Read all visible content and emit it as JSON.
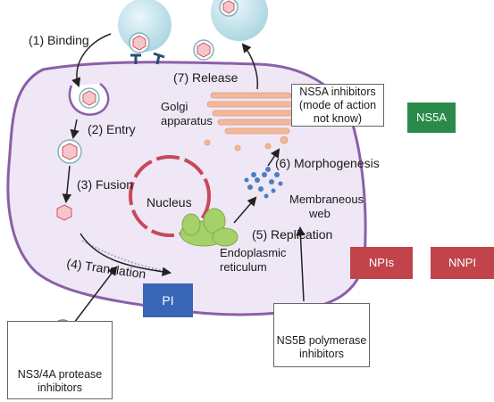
{
  "steps": {
    "binding": "(1) Binding",
    "entry": "(2) Entry",
    "fusion": "(3) Fusion",
    "translation": "(4) Translation",
    "replication": "(5) Replication",
    "morphogenesis": "(6) Morphogenesis",
    "release": "(7) Release"
  },
  "organelles": {
    "golgi_line1": "Golgi",
    "golgi_line2": "apparatus",
    "nucleus": "Nucleus",
    "er_line1": "Endoplasmic",
    "er_line2": "reticulum",
    "web_line1": "Membraneous",
    "web_line2": "web"
  },
  "callouts": {
    "ns5a_inhibitors": [
      "NS5A inhibitors",
      "(mode of action",
      "not know)"
    ],
    "ns5b_inhibitors": [
      "NS5B polymerase",
      "inhibitors"
    ],
    "ns3_inhibitors": [
      "NS3/4A protease",
      "inhibitors"
    ]
  },
  "tags": {
    "ns5a": "NS5A",
    "npis": "NPIs",
    "nnpi": "NNPI",
    "pi": "PI"
  },
  "colors": {
    "cell_fill": "#efe7f5",
    "cell_border": "#8b5fa8",
    "virus_envelope": "#d8eef3",
    "virus_core": "#e8a0a8",
    "nucleus_envelope": "#c8485a",
    "er": "#a6d06a",
    "golgi": "#f2b89a",
    "web": "#4a7fc4",
    "ns5a_tag": "#2a8a4a",
    "npi_tag": "#c0444a",
    "pi_tag": "#3a66b8"
  }
}
